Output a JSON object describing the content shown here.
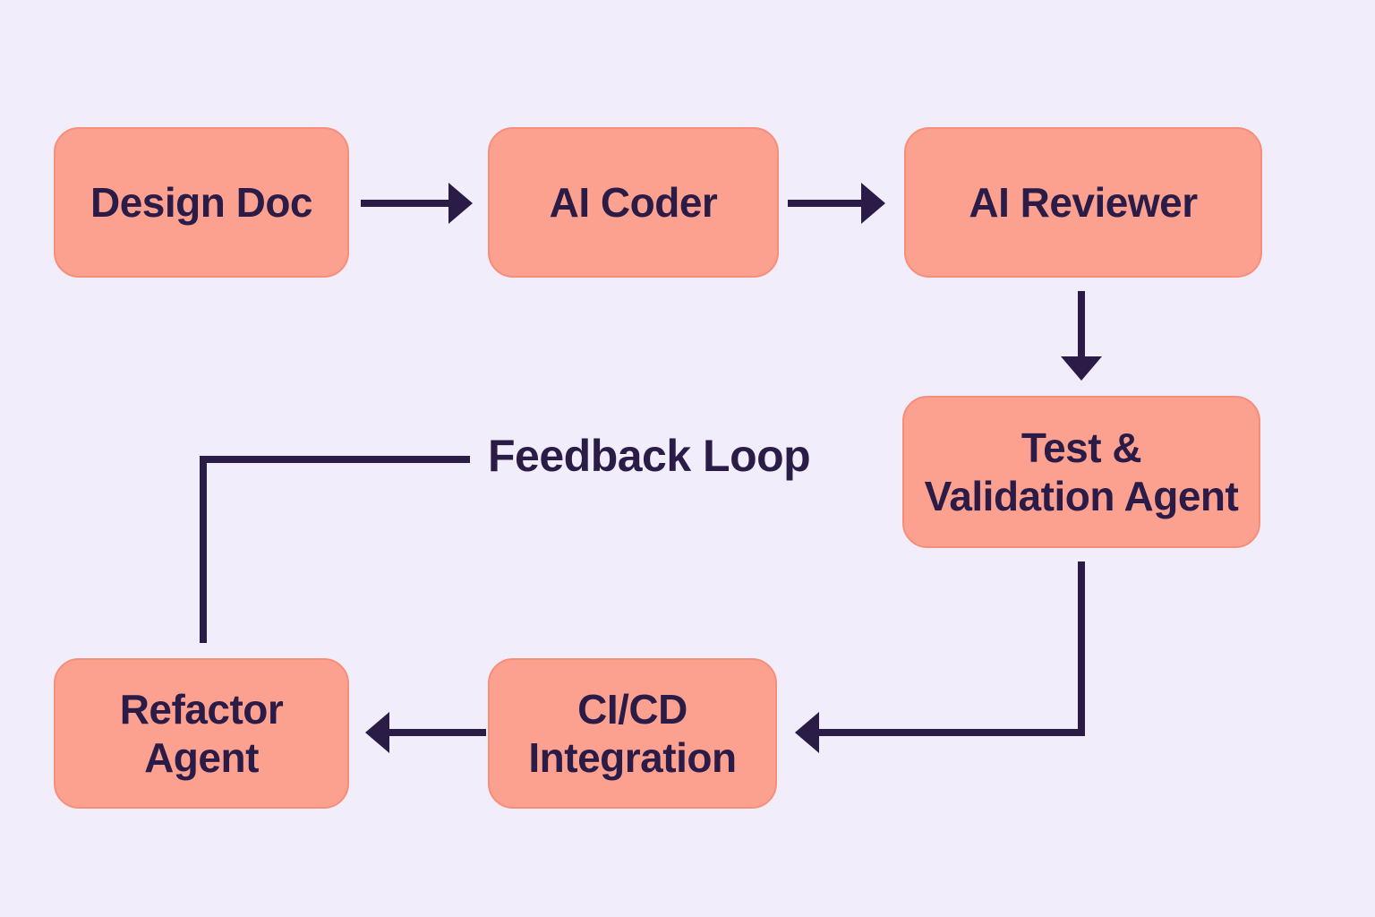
{
  "diagram": {
    "type": "flowchart",
    "colors": {
      "background": "#f2edfa",
      "node_fill": "#fca18f",
      "node_border": "#f78e7a",
      "line": "#2a1b47"
    },
    "nodes": [
      {
        "id": "design-doc",
        "label": "Design Doc"
      },
      {
        "id": "ai-coder",
        "label": "AI Coder"
      },
      {
        "id": "ai-reviewer",
        "label": "AI Reviewer"
      },
      {
        "id": "test-validation",
        "label": "Test &\nValidation Agent"
      },
      {
        "id": "cicd-integration",
        "label": "CI/CD\nIntegration"
      },
      {
        "id": "refactor-agent",
        "label": "Refactor\nAgent"
      }
    ],
    "edges": [
      {
        "from": "design-doc",
        "to": "ai-coder",
        "label": ""
      },
      {
        "from": "ai-coder",
        "to": "ai-reviewer",
        "label": ""
      },
      {
        "from": "ai-reviewer",
        "to": "test-validation",
        "label": ""
      },
      {
        "from": "test-validation",
        "to": "cicd-integration",
        "label": ""
      },
      {
        "from": "cicd-integration",
        "to": "refactor-agent",
        "label": ""
      },
      {
        "from": "refactor-agent",
        "to": "ai-coder",
        "label": "Feedback Loop"
      }
    ],
    "feedback_label": "Feedback Loop"
  }
}
